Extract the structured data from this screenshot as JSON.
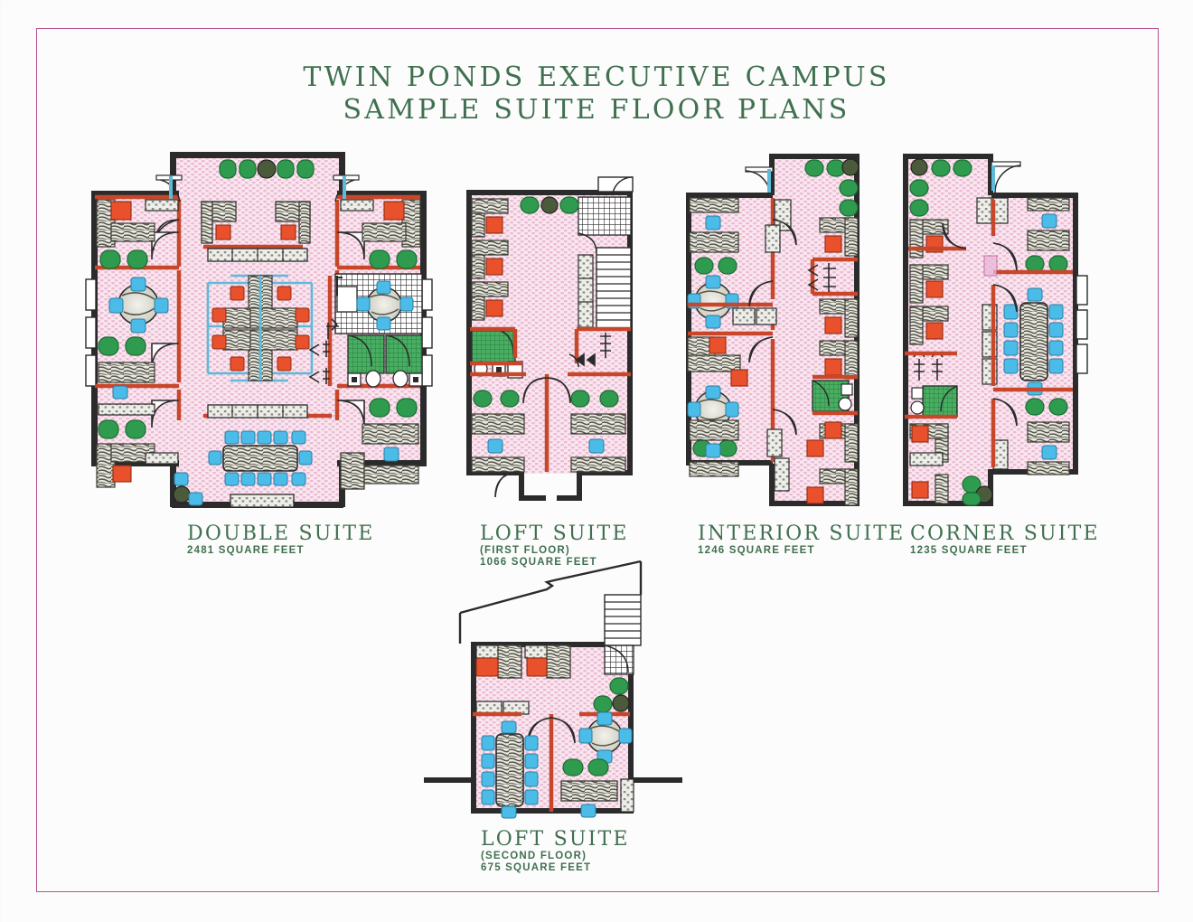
{
  "document": {
    "title_line1": "TWIN PONDS EXECUTIVE CAMPUS",
    "title_line2": "SAMPLE SUITE FLOOR PLANS",
    "border_color": "#b4508c",
    "text_color": "#3f7050",
    "page_background": "#fdfcfc"
  },
  "palette": {
    "floor_pink": "#f6dbe8",
    "floor_pink_dot": "#e9aac9",
    "wall_black": "#2b2b2b",
    "partition_red": "#c8462a",
    "chair_orange": "#e8512c",
    "chair_blue": "#4bbbe8",
    "plant_green": "#2f9b4f",
    "restroom_green": "#3aa655",
    "furniture_grey": "#6f6f63",
    "glass_blue": "#5fb9d9"
  },
  "plans": [
    {
      "id": "double-suite",
      "caption_title": "DOUBLE SUITE",
      "caption_lines": [
        "2481 SQUARE FEET"
      ],
      "features": [
        "reception",
        "private-offices",
        "open-cubicle-cluster",
        "conference-room",
        "kitchen",
        "restrooms"
      ]
    },
    {
      "id": "loft-suite-first-floor",
      "caption_title": "LOFT SUITE",
      "caption_lines": [
        "(FIRST FLOOR)",
        "1066 SQUARE FEET"
      ],
      "features": [
        "reception",
        "private-offices",
        "kitchen",
        "restroom",
        "stairs"
      ]
    },
    {
      "id": "interior-suite",
      "caption_title": "INTERIOR SUITE",
      "caption_lines": [
        "1246 SQUARE FEET"
      ],
      "features": [
        "reception",
        "private-offices",
        "meeting-tables",
        "kitchenette",
        "restroom"
      ]
    },
    {
      "id": "corner-suite",
      "caption_title": "CORNER SUITE",
      "caption_lines": [
        "1235 SQUARE FEET"
      ],
      "features": [
        "reception",
        "private-offices",
        "conference-room",
        "kitchenette",
        "restroom"
      ]
    },
    {
      "id": "loft-suite-second-floor",
      "caption_title": "LOFT SUITE",
      "caption_lines": [
        "(SECOND FLOOR)",
        "675 SQUARE FEET"
      ],
      "features": [
        "open-offices",
        "conference-room",
        "meeting-table",
        "stairs",
        "sloped-roof"
      ]
    }
  ]
}
